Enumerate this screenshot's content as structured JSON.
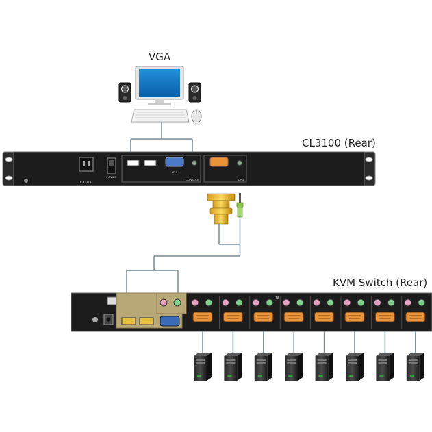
{
  "labels": {
    "vga": "VGA",
    "cl3100": "CL3100 (Rear)",
    "kvm": "KVM Switch (Rear)"
  },
  "cl3100_panel": {
    "model_badge": "CL3100",
    "power_label": "POWER",
    "console_label": "CONSOLE",
    "cpu_label": "CPU",
    "vga_port_label": "VGA"
  },
  "kvm_panel": {
    "port_count": 8
  },
  "colors": {
    "panel": "#1c1c1c",
    "cable": "#7a8a94",
    "mic_port": "#e8a0c0",
    "audio_port": "#7fd08a",
    "vga_port": "#e8923a",
    "console_highlight": "#b8a878",
    "usb_port": "#e8c04a",
    "kvm_vga_port": "#3a6ab8"
  }
}
